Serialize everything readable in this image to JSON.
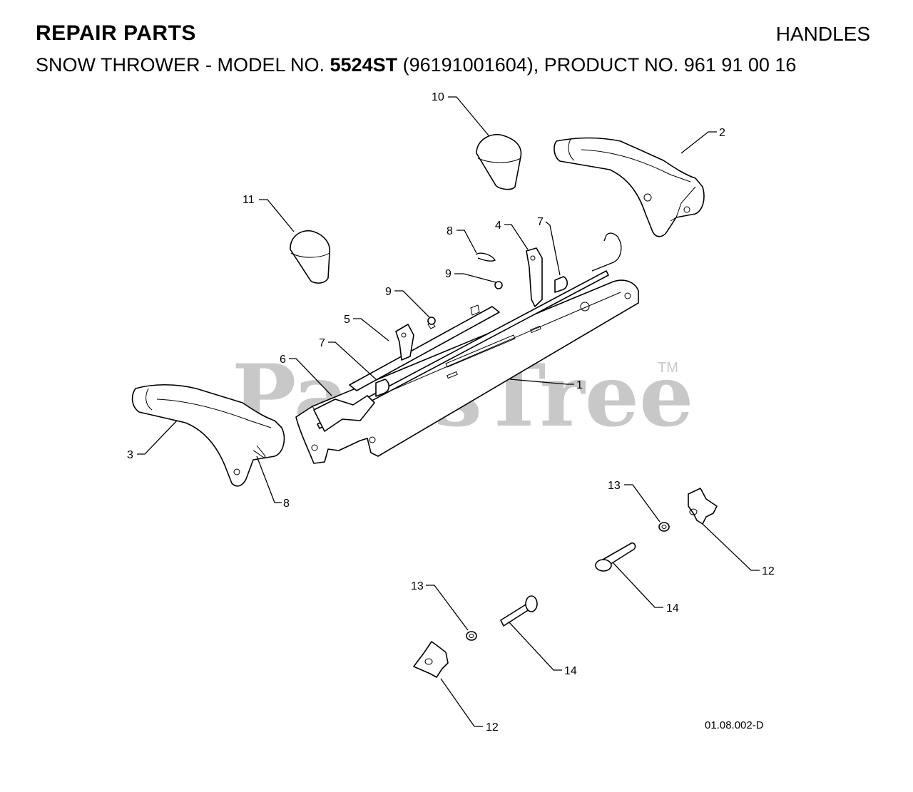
{
  "header": {
    "left_title": "REPAIR PARTS",
    "right_title": "HANDLES",
    "sub_prefix": "SNOW THROWER - MODEL NO. ",
    "sub_model": "5524ST",
    "sub_suffix": " (96191001604), PRODUCT NO. 961 91 00 16"
  },
  "watermark": {
    "text": "PartsTree",
    "tm": "TM"
  },
  "callouts": [
    "10",
    "2",
    "11",
    "8",
    "4",
    "7",
    "9",
    "9",
    "5",
    "7",
    "6",
    "1",
    "3",
    "8",
    "13",
    "12",
    "14",
    "13",
    "14",
    "12"
  ],
  "diagram_code": "01.08.002-D"
}
